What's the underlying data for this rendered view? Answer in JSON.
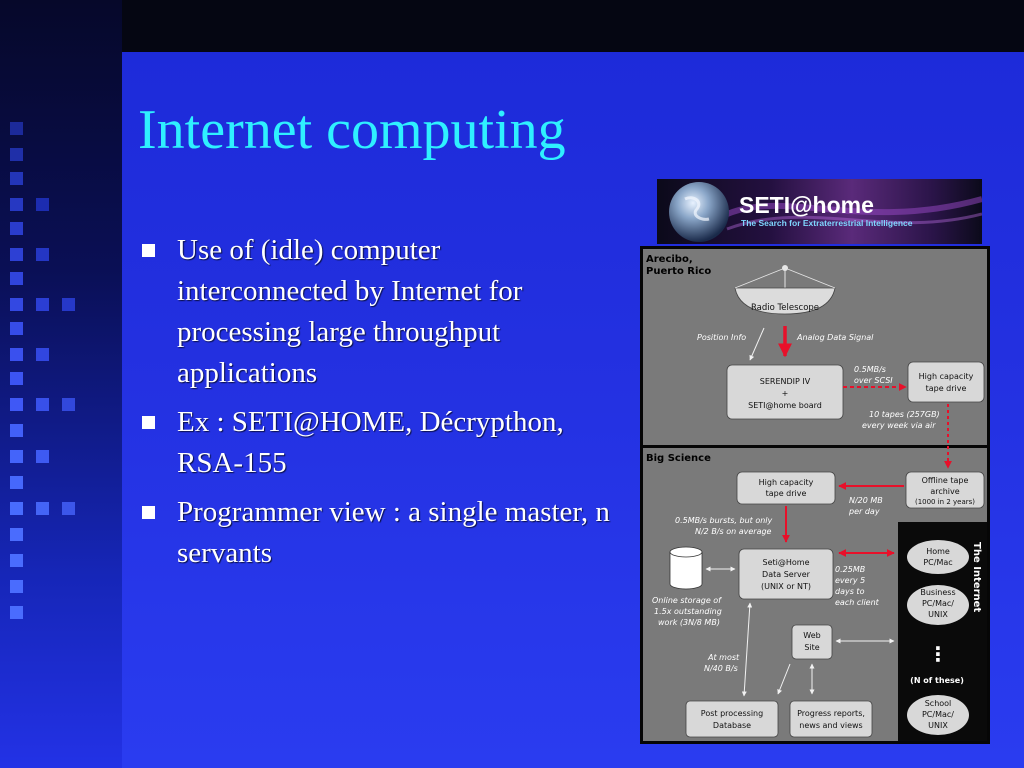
{
  "slide": {
    "title": "Internet computing",
    "bullets": [
      "Use of (idle) computer interconnected by Internet for processing large throughput applications",
      "Ex : SETI@HOME, Décrypthon, RSA-155",
      "Programmer view : a single master, n servants"
    ]
  },
  "banner": {
    "title": "SETI@home",
    "subtitle": "The Search for Extraterrestrial Intelligence"
  },
  "diagram": {
    "section_arecibo": [
      "Arecibo,",
      "Puerto Rico"
    ],
    "section_big_science": "Big Science",
    "section_internet": "The Internet",
    "radio_telescope": "Radio Telescope",
    "position_info": "Position Info",
    "analog_data_signal": "Analog Data Signal",
    "serendip": [
      "SERENDIP IV",
      "+",
      "SETI@home board"
    ],
    "rate_scsi": [
      "0.5MB/s",
      "over SCSI"
    ],
    "tape_drive_top": [
      "High capacity",
      "tape drive"
    ],
    "tapes_note": [
      "10 tapes (257GB)",
      "every  week via air"
    ],
    "tape_drive_mid": [
      "High capacity",
      "tape drive"
    ],
    "offline_archive": [
      "Offline tape",
      "archive",
      "(1000 in 2 years)"
    ],
    "rate_n20": [
      "N/20 MB",
      "per day"
    ],
    "bursts_note": [
      "0.5MB/s bursts, but only",
      "N/2 B/s on average"
    ],
    "data_server": [
      "Seti@Home",
      "Data Server",
      "(UNIX or NT)"
    ],
    "rate_025": [
      "0.25MB",
      "every 5",
      "days to",
      "each client"
    ],
    "online_storage": [
      "Online storage of",
      "1.5x outstanding",
      "work (3N/8 MB)"
    ],
    "web_site": [
      "Web",
      "Site"
    ],
    "at_most": [
      "At most",
      "N/40 B/s"
    ],
    "post_processing": [
      "Post processing",
      "Database"
    ],
    "progress_reports": [
      "Progress reports,",
      "news and views"
    ],
    "home_pc": [
      "Home",
      "PC/Mac"
    ],
    "business_pc": [
      "Business",
      "PC/Mac/",
      "UNIX"
    ],
    "ellipsis": "⋮",
    "n_of_these": "(N of these)",
    "school_pc": [
      "School",
      "PC/Mac/",
      "UNIX"
    ]
  },
  "colors": {
    "title": "#2ff0ff",
    "accent_arrow": "#e8102a",
    "diagram_bg": "#7a7a7a",
    "box_fill": "#d8d8d8"
  }
}
